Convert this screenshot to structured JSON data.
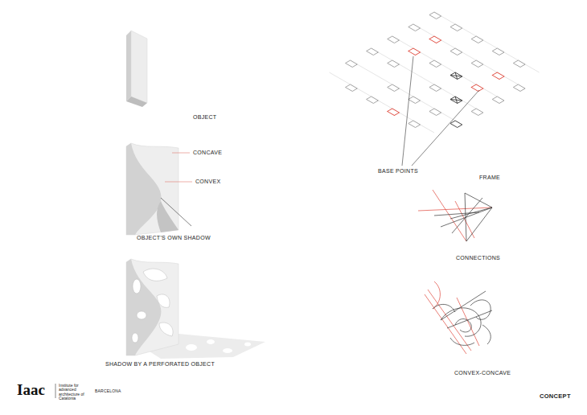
{
  "diagram": {
    "labels": [
      "OBJECT",
      "CONCAVE",
      "CONVEX",
      "OBJECT'S OWN SHADOW",
      "SHADOW BY A PERFORATED OBJECT",
      "BASE POINTS",
      "FRAME",
      "CONNECTIONS",
      "CONVEX-CONCAVE",
      "Iaac",
      "Institute for advanced architecture of Catalonia",
      "BARCELONA",
      "CONCEPT"
    ]
  }
}
